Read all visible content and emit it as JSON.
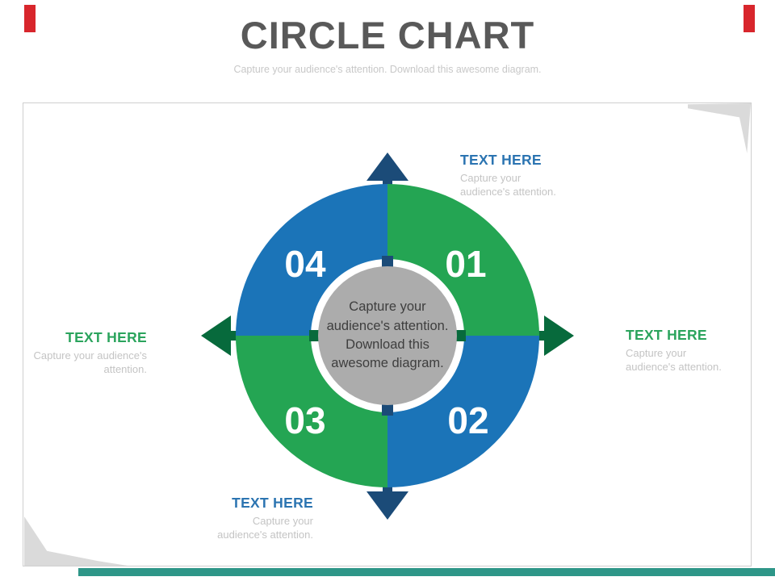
{
  "slide": {
    "title": "CIRCLE CHART",
    "subtitle": "Capture your audience's attention. Download this awesome diagram."
  },
  "colors": {
    "quadrant_blue": "#1B74B8",
    "quadrant_green": "#24A553",
    "arrow_navy": "#1B4B78",
    "arrow_dark_green": "#076A3C",
    "center_circle_gray": "#ACACAC",
    "title_gray": "#595959",
    "caption_gray": "#C4C4C4",
    "label_blue": "#2B74B1",
    "label_green": "#2BA45D",
    "accent_red": "#D8262C",
    "accent_teal": "#2E9688",
    "corner_wedge_gray": "#DADADA"
  },
  "diagram": {
    "segments": [
      {
        "number": "01",
        "position": "top-right",
        "color": "green"
      },
      {
        "number": "02",
        "position": "bottom-right",
        "color": "blue"
      },
      {
        "number": "03",
        "position": "bottom-left",
        "color": "green"
      },
      {
        "number": "04",
        "position": "top-left",
        "color": "blue"
      }
    ],
    "center_lines": [
      "Capture your",
      "audience's attention.",
      "Download this",
      "awesome diagram."
    ],
    "callouts": [
      {
        "position": "top",
        "label": "TEXT HERE",
        "lines": [
          "Capture your",
          "audience's attention."
        ]
      },
      {
        "position": "right",
        "label": "TEXT HERE",
        "lines": [
          "Capture your",
          "audience's attention."
        ]
      },
      {
        "position": "bottom",
        "label": "TEXT HERE",
        "lines": [
          "Capture your",
          "audience's attention."
        ]
      },
      {
        "position": "left",
        "label": "TEXT HERE",
        "lines": [
          "Capture your audience's",
          "attention."
        ]
      }
    ]
  }
}
